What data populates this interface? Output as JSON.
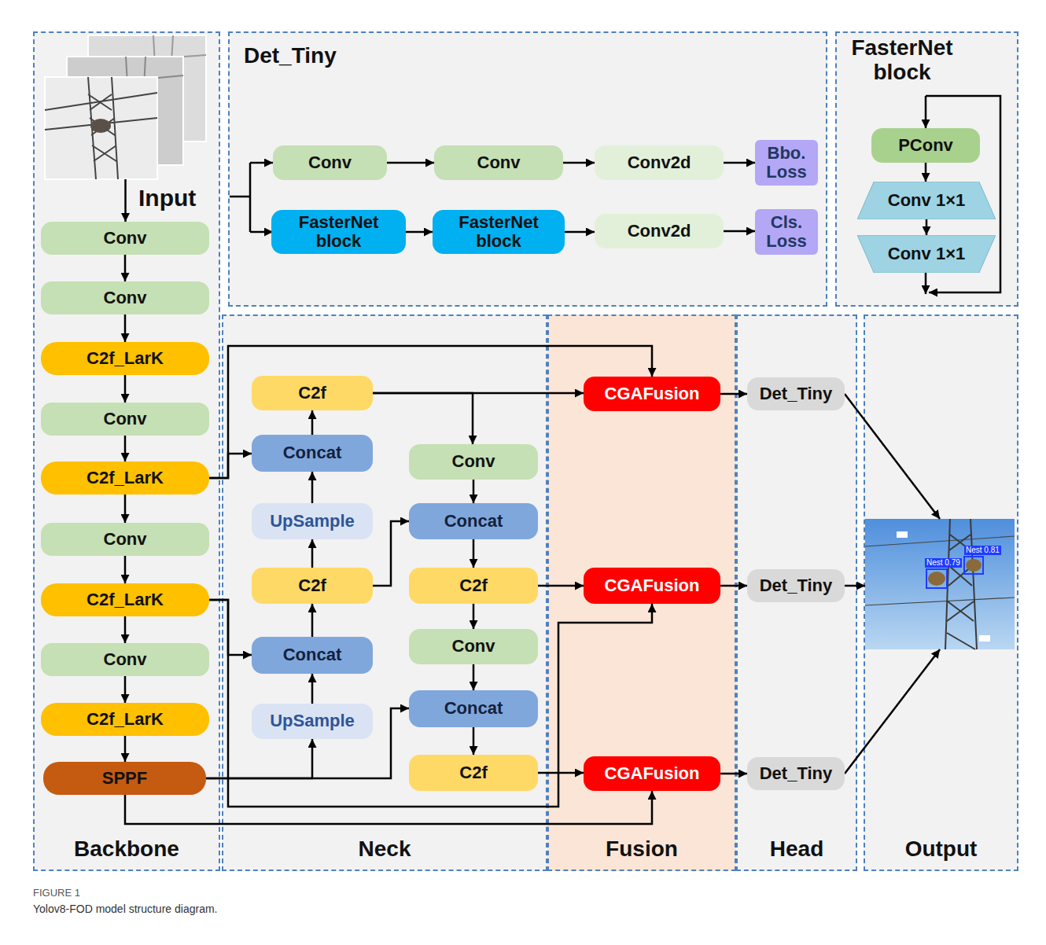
{
  "diagram": {
    "caption": "Yolov8-FOD model structure diagram.",
    "nodes": [
      {
        "text": [
          "Backbone"
        ]
      },
      {
        "text": [
          "Input"
        ],
        "in": 0
      },
      {
        "text": [
          "Conv"
        ],
        "in": 0
      },
      {
        "text": [
          "Conv"
        ],
        "in": 0
      },
      {
        "text": [
          "C2f_LarK"
        ],
        "in": 0
      },
      {
        "text": [
          "Conv"
        ],
        "in": 0
      },
      {
        "text": [
          "C2f_LarK"
        ],
        "in": 0
      },
      {
        "text": [
          "Conv"
        ],
        "in": 0
      },
      {
        "text": [
          "C2f_LarK"
        ],
        "in": 0
      },
      {
        "text": [
          "Conv"
        ],
        "in": 0
      },
      {
        "text": [
          "C2f_LarK"
        ],
        "in": 0
      },
      {
        "text": [
          "SPPF"
        ],
        "in": 0
      },
      {
        "text": [
          "Det_Tiny"
        ]
      },
      {
        "text": [
          "Conv"
        ],
        "in": 12
      },
      {
        "text": [
          "Conv"
        ],
        "in": 12
      },
      {
        "text": [
          "Conv2d"
        ],
        "in": 12
      },
      {
        "text": [
          "Bbo. Loss"
        ],
        "in": 12
      },
      {
        "text": [
          "FasterNet block"
        ],
        "in": 12
      },
      {
        "text": [
          "FasterNet block"
        ],
        "in": 12
      },
      {
        "text": [
          "Conv2d"
        ],
        "in": 12
      },
      {
        "text": [
          "Cls. Loss"
        ],
        "in": 12
      },
      {
        "text": [
          "FasterNet block"
        ]
      },
      {
        "text": [
          "PConv"
        ],
        "in": 21
      },
      {
        "text": [
          "Conv 1×1"
        ],
        "in": 21
      },
      {
        "text": [
          "Conv 1×1"
        ],
        "in": 21
      },
      {
        "text": [
          "Neck"
        ]
      },
      {
        "text": [
          "C2f"
        ],
        "in": 25
      },
      {
        "text": [
          "Concat"
        ],
        "in": 25
      },
      {
        "text": [
          "UpSample"
        ],
        "in": 25
      },
      {
        "text": [
          "C2f"
        ],
        "in": 25
      },
      {
        "text": [
          "Concat"
        ],
        "in": 25
      },
      {
        "text": [
          "UpSample"
        ],
        "in": 25
      },
      {
        "text": [
          "Conv"
        ],
        "in": 25
      },
      {
        "text": [
          "Concat"
        ],
        "in": 25
      },
      {
        "text": [
          "C2f"
        ],
        "in": 25
      },
      {
        "text": [
          "Conv"
        ],
        "in": 25
      },
      {
        "text": [
          "Concat"
        ],
        "in": 25
      },
      {
        "text": [
          "C2f"
        ],
        "in": 25
      },
      {
        "text": [
          "Fusion"
        ]
      },
      {
        "text": [
          "CGAFusion"
        ],
        "in": 38
      },
      {
        "text": [
          "CGAFusion"
        ],
        "in": 38
      },
      {
        "text": [
          "CGAFusion"
        ],
        "in": 38
      },
      {
        "text": [
          "Head"
        ]
      },
      {
        "text": [
          "Det_Tiny"
        ],
        "in": 42
      },
      {
        "text": [
          "Det_Tiny"
        ],
        "in": 42
      },
      {
        "text": [
          "Det_Tiny"
        ],
        "in": 42
      },
      {
        "text": [
          "Output"
        ]
      },
      {
        "text": [
          "Nest 0.81",
          "Nest 0.79"
        ],
        "in": 46
      }
    ],
    "edges": [
      {
        "from": 1,
        "to": 2,
        "arrow": "to"
      },
      {
        "from": 2,
        "to": 3,
        "arrow": "to"
      },
      {
        "from": 3,
        "to": 4,
        "arrow": "to"
      },
      {
        "from": 4,
        "to": 5,
        "arrow": "to"
      },
      {
        "from": 5,
        "to": 6,
        "arrow": "to"
      },
      {
        "from": 6,
        "to": 7,
        "arrow": "to"
      },
      {
        "from": 7,
        "to": 8,
        "arrow": "to"
      },
      {
        "from": 8,
        "to": 9,
        "arrow": "to"
      },
      {
        "from": 9,
        "to": 10,
        "arrow": "to"
      },
      {
        "from": 10,
        "to": 11,
        "arrow": "to"
      },
      {
        "from": 13,
        "to": 14,
        "arrow": "to"
      },
      {
        "from": 14,
        "to": 15,
        "arrow": "to"
      },
      {
        "from": 15,
        "to": 16,
        "arrow": "to"
      },
      {
        "from": 17,
        "to": 18,
        "arrow": "to"
      },
      {
        "from": 18,
        "to": 19,
        "arrow": "to"
      },
      {
        "from": 19,
        "to": 20,
        "arrow": "to"
      },
      {
        "from": 22,
        "to": 23,
        "arrow": "to"
      },
      {
        "from": 23,
        "to": 24,
        "arrow": "to"
      },
      {
        "from": 6,
        "to": 27,
        "arrow": "to"
      },
      {
        "from": 6,
        "to": 39,
        "arrow": "to"
      },
      {
        "from": 8,
        "to": 30,
        "arrow": "to"
      },
      {
        "from": 8,
        "to": 40,
        "arrow": "to"
      },
      {
        "from": 11,
        "to": 31,
        "arrow": "to"
      },
      {
        "from": 11,
        "to": 36,
        "arrow": "to"
      },
      {
        "from": 11,
        "to": 41,
        "arrow": "to"
      },
      {
        "from": 31,
        "to": 30,
        "arrow": "to"
      },
      {
        "from": 30,
        "to": 29,
        "arrow": "to"
      },
      {
        "from": 29,
        "to": 28,
        "arrow": "to"
      },
      {
        "from": 28,
        "to": 27,
        "arrow": "to"
      },
      {
        "from": 27,
        "to": 26,
        "arrow": "to"
      },
      {
        "from": 26,
        "to": 39,
        "arrow": "to"
      },
      {
        "from": 26,
        "to": 32,
        "arrow": "to"
      },
      {
        "from": 29,
        "to": 33,
        "arrow": "to"
      },
      {
        "from": 32,
        "to": 33,
        "arrow": "to"
      },
      {
        "from": 33,
        "to": 34,
        "arrow": "to"
      },
      {
        "from": 34,
        "to": 40,
        "arrow": "to"
      },
      {
        "from": 34,
        "to": 35,
        "arrow": "to"
      },
      {
        "from": 35,
        "to": 36,
        "arrow": "to"
      },
      {
        "from": 36,
        "to": 37,
        "arrow": "to"
      },
      {
        "from": 37,
        "to": 41,
        "arrow": "to"
      },
      {
        "from": 39,
        "to": 43,
        "arrow": "to"
      },
      {
        "from": 40,
        "to": 44,
        "arrow": "to"
      },
      {
        "from": 41,
        "to": 45,
        "arrow": "to"
      },
      {
        "from": 43,
        "to": 47,
        "arrow": "to"
      },
      {
        "from": 44,
        "to": 47,
        "arrow": "to"
      },
      {
        "from": 45,
        "to": 47,
        "arrow": "to"
      }
    ],
    "labels": [
      "FIGURE 1"
    ]
  }
}
